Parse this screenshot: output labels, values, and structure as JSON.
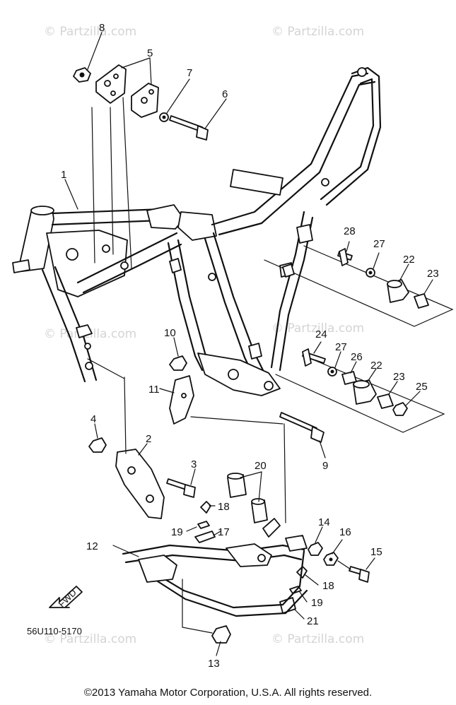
{
  "watermark": "© Partzilla.com",
  "diagram_code": "56U110-5170",
  "fwd_label": "FWD",
  "copyright": "©2013  Yamaha Motor Corporation, U.S.A. All rights reserved.",
  "callouts": [
    {
      "id": "8",
      "label": "8"
    },
    {
      "id": "5",
      "label": "5"
    },
    {
      "id": "7",
      "label": "7"
    },
    {
      "id": "6",
      "label": "6"
    },
    {
      "id": "1",
      "label": "1"
    },
    {
      "id": "10",
      "label": "10"
    },
    {
      "id": "11",
      "label": "11"
    },
    {
      "id": "4",
      "label": "4"
    },
    {
      "id": "2",
      "label": "2"
    },
    {
      "id": "3",
      "label": "3"
    },
    {
      "id": "9",
      "label": "9"
    },
    {
      "id": "18a",
      "label": "18"
    },
    {
      "id": "19a",
      "label": "19"
    },
    {
      "id": "17",
      "label": "17"
    },
    {
      "id": "20",
      "label": "20"
    },
    {
      "id": "12",
      "label": "12"
    },
    {
      "id": "14",
      "label": "14"
    },
    {
      "id": "16",
      "label": "16"
    },
    {
      "id": "15",
      "label": "15"
    },
    {
      "id": "18b",
      "label": "18"
    },
    {
      "id": "19b",
      "label": "19"
    },
    {
      "id": "21",
      "label": "21"
    },
    {
      "id": "13",
      "label": "13"
    },
    {
      "id": "28",
      "label": "28"
    },
    {
      "id": "27a",
      "label": "27"
    },
    {
      "id": "22a",
      "label": "22"
    },
    {
      "id": "23a",
      "label": "23"
    },
    {
      "id": "24",
      "label": "24"
    },
    {
      "id": "27b",
      "label": "27"
    },
    {
      "id": "26",
      "label": "26"
    },
    {
      "id": "22b",
      "label": "22"
    },
    {
      "id": "23b",
      "label": "23"
    },
    {
      "id": "25",
      "label": "25"
    }
  ]
}
